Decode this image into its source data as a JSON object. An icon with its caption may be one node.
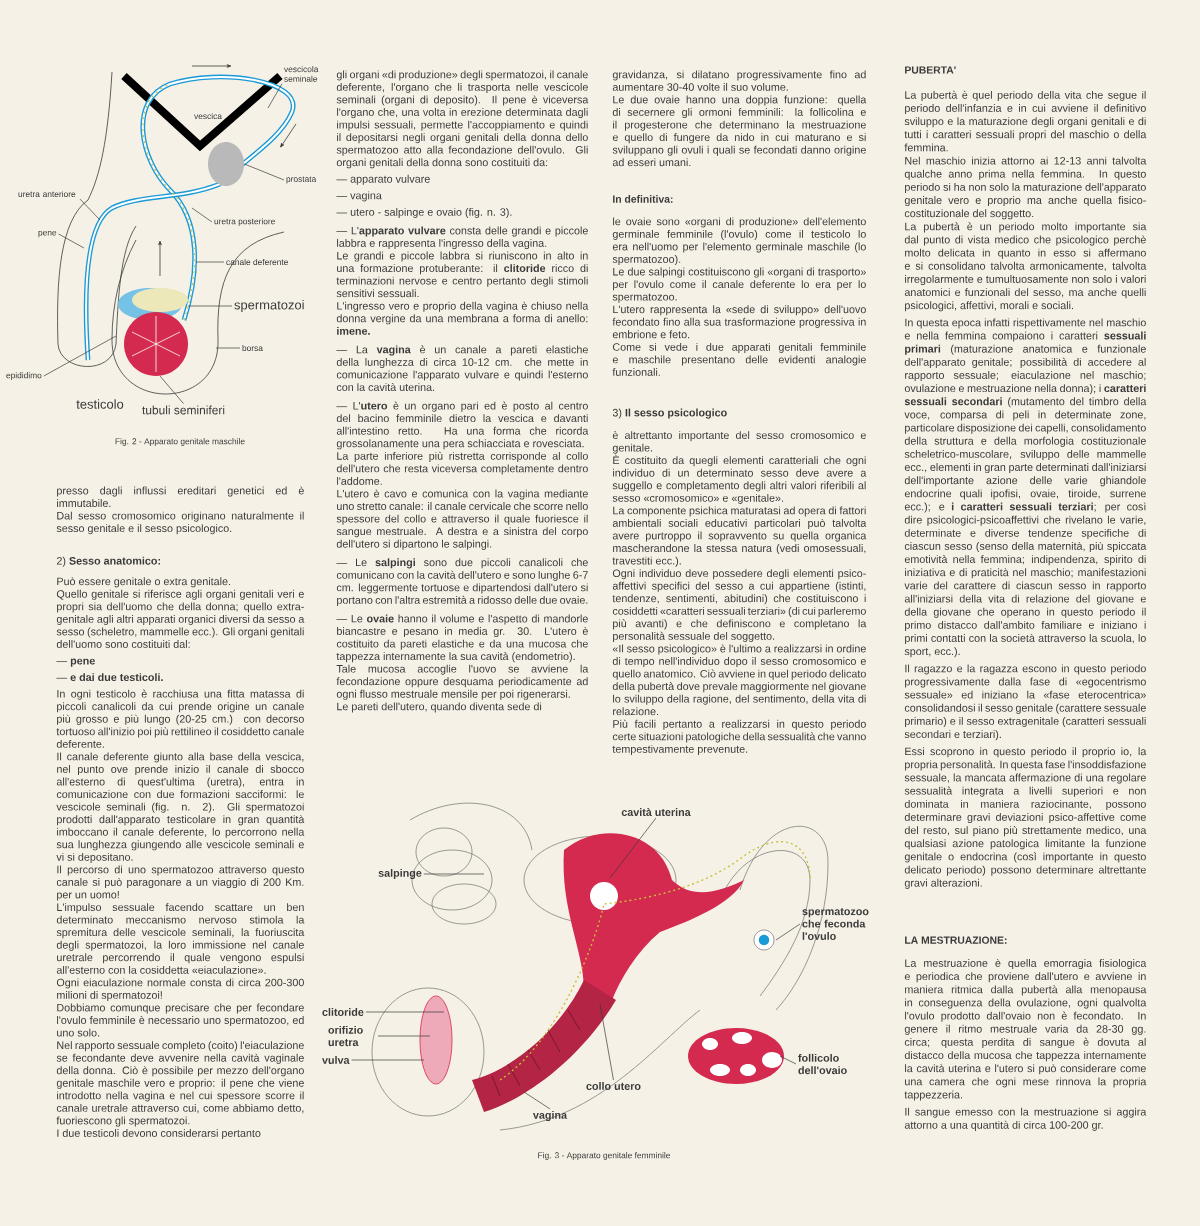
{
  "diagram": {
    "nodes": [
      {
        "text": [
          "vescicola seminale"
        ]
      },
      {
        "text": [
          "prostata"
        ]
      },
      {
        "text": [
          "uretra anteriore"
        ]
      },
      {
        "text": [
          "pene"
        ]
      },
      {
        "text": [
          "uretra posteriore"
        ]
      },
      {
        "text": [
          "canale deferente"
        ]
      },
      {
        "text": [
          "spermatozoi"
        ]
      },
      {
        "text": [
          "borsa"
        ]
      },
      {
        "text": [
          "epididimo"
        ]
      },
      {
        "text": [
          "tubuli seminiferi"
        ]
      },
      {
        "text": [
          "cavità uterina"
        ]
      },
      {
        "text": [
          "salpinge"
        ]
      },
      {
        "text": [
          "spermatozoo che feconda l'ovulo"
        ]
      },
      {
        "text": [
          "clitoride"
        ]
      },
      {
        "text": [
          "orifizio uretra"
        ]
      },
      {
        "text": [
          "vulva"
        ]
      },
      {
        "text": [
          "collo utero"
        ]
      },
      {
        "text": [
          "vagina"
        ]
      },
      {
        "text": [
          "follicolo dell'ovaio"
        ]
      },
      {
        "text": [],
        "shape": "ellipse"
      }
    ],
    "edges": [
      {
        "from": 0,
        "to": null,
        "arrow": "none"
      },
      {
        "from": 1,
        "to": 19,
        "arrow": "none"
      },
      {
        "from": 2,
        "to": null,
        "arrow": "none"
      },
      {
        "from": 3,
        "to": null,
        "arrow": "none"
      },
      {
        "from": 4,
        "to": null,
        "arrow": "none"
      },
      {
        "from": 5,
        "to": null,
        "arrow": "none"
      },
      {
        "from": 6,
        "to": null,
        "arrow": "none"
      },
      {
        "from": 7,
        "to": null,
        "arrow": "none"
      },
      {
        "from": 8,
        "to": null,
        "arrow": "none"
      },
      {
        "from": 9,
        "to": null,
        "arrow": "none"
      },
      {
        "from": 10,
        "to": null,
        "arrow": "none"
      },
      {
        "from": 11,
        "to": null,
        "arrow": "none"
      },
      {
        "from": 12,
        "to": null,
        "arrow": "none"
      },
      {
        "from": 13,
        "to": null,
        "arrow": "none"
      },
      {
        "from": 14,
        "to": null,
        "arrow": "none"
      },
      {
        "from": 15,
        "to": null,
        "arrow": "none"
      },
      {
        "from": 16,
        "to": null,
        "arrow": "none"
      },
      {
        "from": 17,
        "to": null,
        "arrow": "none"
      },
      {
        "from": 18,
        "to": null,
        "arrow": "none"
      }
    ],
    "labels": [
      "vescica",
      "testicolo",
      "Fig. 2 - Apparato genitale maschile",
      "presso dagli influssi ereditari genetici ed è immutabile.",
      "Dal sesso cromosomico originano naturalmente il sesso genitale e il sesso psicologico.",
      "2) **Sesso anatomico:**",
      "Può essere genitale o extra genitale.",
      "Quello genitale si riferisce agli organi genitali veri e propri sia dell'uomo che della donna; quello extra-genitale agli altri apparati organici diversi da sesso a sesso (scheletro, mammelle ecc.). Gli organi genitali dell'uomo sono costituiti dal:",
      "— **pene**",
      "— **e dai due testicoli.**",
      "In ogni testicolo è racchiusa una fitta matassa di piccoli canalicoli da cui prende origine un canale più grosso e più lungo (20-25 cm.) con decorso tortuoso all'inizio poi più rettilineo il cosiddetto canale deferente.",
      "Il canale deferente giunto alla base della vescica, nel punto ove prende inizio il canale di sbocco all'esterno di quest'ultima (uretra), entra in comunicazione con due formazioni sacciformi: le vescicole seminali (fig. n. 2). Gli spermatozoi prodotti dall'apparato testicolare in gran quantità imboccano il canale deferente, lo percorrono nella sua lunghezza giungendo alle vescicole seminali e vi si depositano.",
      "Il percorso di uno spermatozoo attraverso questo canale si può paragonare a un viaggio di 200 Km. per un uomo!",
      "L'impulso sessuale facendo scattare un ben determinato meccanismo nervoso stimola la spremitura delle vescicole seminali, la fuoriuscita degli spermatozoi, la loro immissione nel canale uretrale percorrendo il quale vengono espulsi all'esterno con la cosiddetta «eiaculazione».",
      "Ogni eiaculazione normale consta di circa 200-300 milioni di spermatozoi!",
      "Dobbiamo comunque precisare che per fecondare l'ovulo femminile è necessario uno spermatozoo, ed uno solo.",
      "Nel rapporto sessuale completo (coito) l'eiaculazione se fecondante deve avvenire nella cavità vaginale della donna. Ciò è possibile per mezzo dell'organo genitale maschile vero e proprio: il pene che viene introdotto nella vagina e nel cui spessore scorre il canale uretrale attraverso cui, come abbiamo detto, fuoriescono gli spermatozoi.",
      "I due testicoli devono considerarsi pertanto",
      "gli organi «di produzione» degli spermatozoi, il canale deferente, l'organo che li trasporta nelle vescicole seminali (organi di deposito). Il pene è viceversa l'organo che, una volta in erezione determinata dagli impulsi sessuali, permette l'accoppiamento e quindi il depositarsi negli organi genitali della donna dello spermatozoo atto alla fecondazione dell'ovulo. Gli organi genitali della donna sono costituiti da:",
      "— apparato vulvare",
      "— vagina",
      "— utero - salpinge e ovaio (fig. n. 3).",
      "— L'**apparato vulvare** consta delle grandi e piccole labbra e rappresenta l'ingresso della vagina.",
      "Le grandi e piccole labbra si riuniscono in alto in una formazione protuberante: il **clitoride** ricco di terminazioni nervose e centro pertanto degli stimoli sensitivi sessuali.",
      "L'ingresso vero e proprio della vagina è chiuso nella donna vergine da una membrana a forma di anello: **imene.**",
      "— La **vagina** è un canale a pareti elastiche della lunghezza di circa 10-12 cm. che mette in comunicazione l'apparato vulvare e quindi l'esterno con la cavità uterina.",
      "— L'**utero** è un organo pari ed è posto al centro del bacino femminile dietro la vescica e davanti all'intestino retto. Ha una forma che ricorda grossolanamente una pera schiacciata e rovesciata.",
      "La parte inferiore più ristretta corrisponde al collo dell'utero che resta viceversa completamente dentro l'addome.",
      "L'utero è cavo e comunica con la vagina mediante uno stretto canale: il canale cervicale che scorre nello spessore del collo e attraverso il quale fuoriesce il sangue mestruale. A destra e a sinistra del corpo dell'utero si dipartono le salpingi.",
      "— Le **salpingi** sono due piccoli canalicoli che comunicano con la cavità dell'utero e sono lunghe 6-7 cm. leggermente tortuose e dipartendosi dall'utero si portano con l'altra estremità a ridosso delle due ovaie.",
      "— Le **ovaie** hanno il volume e l'aspetto di mandorle biancastre e pesano in media gr. 30. L'utero è costituito da pareti elastiche e da una mucosa che tappezza internamente la sua cavità (endometrio).",
      "Tale mucosa accoglie l'uovo se avviene la fecondazione oppure desquama periodicamente ad ogni flusso mestruale mensile per poi rigenerarsi.",
      "Le pareti dell'utero, quando diventa sede di",
      "gravidanza, si dilatano progressivamente fino ad aumentare 30-40 volte il suo volume.",
      "Le due ovaie hanno una doppia funzione: quella di secernere gli ormoni femminili: la follicolina e il progesterone che determinano la mestruazione e quello di fungere da nido in cui maturano e si sviluppano gli ovuli i quali se fecondati danno origine ad esseri umani.",
      "In definitiva:",
      "le ovaie sono «organi di produzione» dell'elemento germinale femminile (l'ovulo) come il testicolo lo era nell'uomo per l'elemento germinale maschile (lo spermatozoo).",
      "Le due salpingi costituiscono gli «organi di trasporto» per l'ovulo come il canale deferente lo era per lo spermatozoo.",
      "L'utero rappresenta la «sede di sviluppo» dell'uovo fecondato fino alla sua trasformazione progressiva in embrione e feto.",
      "Come si vede i due apparati genitali femminile e maschile presentano delle evidenti analogie funzionali.",
      "3) **Il sesso psicologico**",
      "è altrettanto importante del sesso cromosomico e genitale.",
      "È costituito da quegli elementi caratteriali che ogni individuo di un determinato sesso deve avere a suggello e completamento degli altri valori riferibili al sesso «cromosomico» e «genitale».",
      "La componente psichica maturatasi ad opera di fattori ambientali sociali educativi particolari può talvolta avere purtroppo il sopravvento su quella organica mascherandone la stessa natura (vedi omosessuali, travestiti ecc.).",
      "Ogni individuo deve possedere degli elementi psico-affettivi specifici del sesso a cui appartiene (istinti, tendenze, sentimenti, abitudini) che costituiscono i cosiddetti «caratteri sessuali terziari» (di cui parleremo più avanti) e che definiscono e completano la personalità sessuale del soggetto.",
      "«Il sesso psicologico» è l'ultimo a realizzarsi in ordine di tempo nell'individuo dopo il sesso cromosomico e quello anatomico. Ciò avviene in quel periodo delicato della pubertà dove prevale maggiormente nel giovane lo sviluppo della ragione, del sentimento, della vita di relazione.",
      "Più facili pertanto a realizzarsi in questo periodo certe situazioni patologiche della sessualità che vanno tempestivamente prevenute.",
      "Fig. 3 - Apparato genitale femminile",
      "PUBERTA'",
      "La pubertà è quel periodo della vita che segue il periodo dell'infanzia e in cui avviene il definitivo sviluppo e la maturazione degli organi genitali e di tutti i caratteri sessuali propri del maschio o della femmina.",
      "Nel maschio inizia attorno ai 12-13 anni talvolta qualche anno prima nella femmina. In questo periodo si ha non solo la maturazione dell'apparato genitale vero e proprio ma anche quella fisico-costituzionale del soggetto.",
      "La pubertà è un periodo molto importante sia dal punto di vista medico che psicologico perchè molto delicata in quanto in esso si affermano e si consolidano talvolta armonicamente, talvolta irregolarmente e tumultuosamente non solo i valori anatomici e funzionali del sesso, ma anche quelli psicologici, affettivi, morali e sociali.",
      "In questa epoca infatti rispettivamente nel maschio e nella femmina compaiono i caratteri **sessuali primari** (maturazione anatomica e funzionale dell'apparato genitale; possibilità di accedere al rapporto sessuale; eiaculazione nel maschio; ovulazione e mestruazione nella donna); i **caratteri sessuali secondari** (mutamento del timbro della voce, comparsa di peli in determinate zone, particolare disposizione dei capelli, consolidamento della struttura e della morfologia costituzionale scheletrico-muscolare, sviluppo delle mammelle ecc., elementi in gran parte determinati dall'iniziarsi dell'importante azione delle varie ghiandole endocrine quali ipofisi, ovaie, tiroide, surrene ecc.); e **i caratteri sessuali terziari**; per così dire psicologici-psicoaffettivi che rivelano le varie, determinate e diverse tendenze specifiche di ciascun sesso (senso della maternità, più spiccata emotività nella femmina; indipendenza, spirito di iniziativa e di praticità nel maschio; manifestazioni varie del carattere di ciascun sesso in rapporto all'iniziarsi della vita di relazione del giovane e della giovane che operano in questo periodo il primo distacco dall'ambito familiare e iniziano i primi contatti con la società attraverso la scuola, lo sport, ecc.).",
      "Il ragazzo e la ragazza escono in questo periodo progressivamente dalla fase di «egocentrismo sessuale» ed iniziano la «fase eterocentrica» consolidandosi il sesso genitale (carattere sessuale primario) e il sesso extragenitale (caratteri sessuali secondari e terziari).",
      "Essi scoprono in questo periodo il proprio io, la propria personalità. In questa fase l'insoddisfazione sessuale, la mancata affermazione di una regolare sessualità integrata a livelli superiori e non dominata in maniera raziocinante, possono determinare gravi deviazioni psico-affettive come del resto, sul piano più strettamente medico, una qualsiasi azione patologica limitante la funzione genitale o endocrina (così importante in questo delicato periodo) possono determinare altrettante gravi alterazioni.",
      "LA MESTRUAZIONE:",
      "La mestruazione è quella emorragia fisiologica e periodica che proviene dall'utero e avviene in maniera ritmica dalla pubertà alla menopausa in conseguenza della ovulazione, ogni qualvolta l'ovulo prodotto dall'ovaio non è fecondato. In genere il ritmo mestruale varia da 28-30 gg. circa; questa perdita di sangue è dovuta al distacco della mucosa che tappezza internamente la cavità uterina e l'utero si può considerare come una camera che ogni mese rinnova la propria tappezzeria.",
      "Il sangue emesso con la mestruazione si aggira attorno a una quantità di circa 100-200 gr."
    ]
  }
}
